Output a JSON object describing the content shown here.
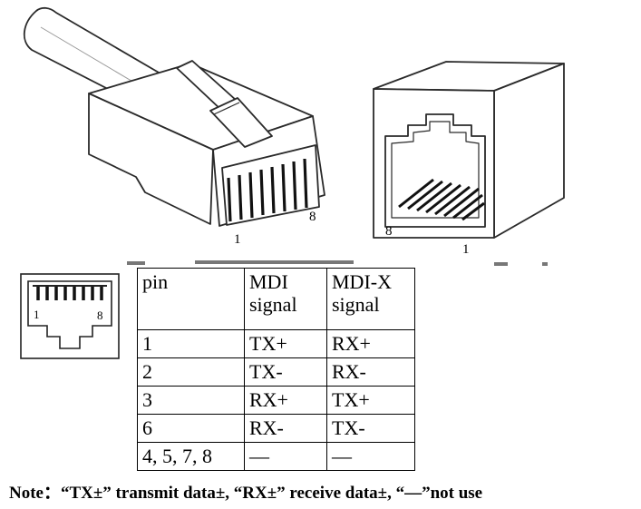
{
  "plug": {
    "pin_left": "1",
    "pin_right": "8"
  },
  "jack": {
    "pin_left": "8",
    "pin_right": "1"
  },
  "socket_icon": {
    "pin_left": "1",
    "pin_right": "8"
  },
  "table": {
    "headers": {
      "pin": "pin",
      "mdi_line1": "MDI",
      "mdi_line2": "signal",
      "mdix_line1": "MDI-X",
      "mdix_line2": "signal"
    },
    "rows": [
      {
        "pin": "1",
        "mdi": "TX+",
        "mdix": "RX+"
      },
      {
        "pin": "2",
        "mdi": "TX-",
        "mdix": "RX-"
      },
      {
        "pin": "3",
        "mdi": "RX+",
        "mdix": "TX+"
      },
      {
        "pin": "6",
        "mdi": "RX-",
        "mdix": "TX-"
      },
      {
        "pin": "4, 5, 7, 8",
        "mdi": "—",
        "mdix": "—"
      }
    ]
  },
  "note": "Note：“TX±” transmit data±, “RX±” receive data±, “—”not use"
}
